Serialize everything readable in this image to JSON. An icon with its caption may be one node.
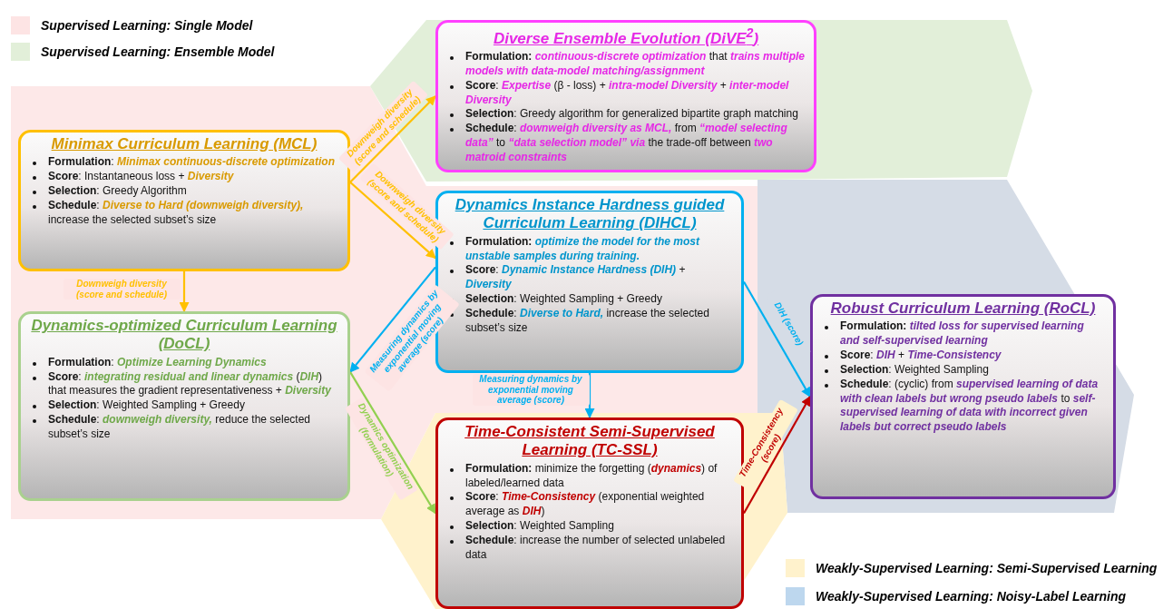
{
  "diagram": {
    "nodes": [
      {
        "text": [
          "Diverse Ensemble Evolution (DiVE$^{2}$)",
          "**Formulation:** *continuous-discrete optimization* that *trains multiple models with data-model matching/assignment*",
          "**Score**: *Expertise* (β - loss) + *intra-model Diversity* + *inter-model Diversity*",
          "**Selection**: Greedy algorithm for generalized bipartite graph matching",
          "**Schedule**: *downweigh diversity as MCL,* from *“model selecting data”* to *“data selection model” via* the trade-off between *two matroid constraints*"
        ]
      },
      {
        "text": [
          "Minimax Curriculum Learning (MCL)",
          "**Formulation**: *Minimax continuous-discrete optimization*",
          "**Score**: Instantaneous loss + *Diversity*",
          "**Selection**: Greedy Algorithm",
          "**Schedule**: *Diverse to Hard (downweigh diversity),* increase the selected subset’s size"
        ]
      },
      {
        "text": [
          "Dynamics Instance Hardness guided Curriculum Learning (DIHCL)",
          "**Formulation:** *optimize the model for the most unstable samples during training.*",
          "**Score**: *Dynamic Instance Hardness (DIH)* + *Diversity*",
          "**Selection**: Weighted Sampling + Greedy",
          "**Schedule**: *Diverse to Hard,* increase the selected subset’s size"
        ]
      },
      {
        "text": [
          "Dynamics-optimized Curriculum Learning (DoCL)",
          "**Formulation**: *Optimize Learning Dynamics*",
          "**Score**: *integrating residual and linear dynamics* (*DIH*) that measures the gradient representativeness + *Diversity*",
          "**Selection**: Weighted Sampling + Greedy",
          "**Schedule**: *downweigh diversity,* reduce the selected subset’s size"
        ]
      },
      {
        "text": [
          "Robust Curriculum Learning (RoCL)",
          "**Formulation:** *tilted loss for supervised learning and self-supervised learning*",
          "**Score**: *DIH* + *Time-Consistency*",
          "**Selection**: Weighted Sampling",
          "**Schedule**: (cyclic) from *supervised learning of data with clean labels but wrong pseudo labels* to *self-supervised learning of data with incorrect given labels but correct pseudo labels*"
        ]
      },
      {
        "text": [
          "Time-Consistent Semi-Supervised Learning (TC-SSL)",
          "**Formulation:** minimize the forgetting (*dynamics*) of labeled/learned data",
          "**Score**:  *Time-Consistency* (exponential weighted average as *DIH*)",
          "**Selection**: Weighted Sampling",
          "**Schedule**: increase the number of selected unlabeled data"
        ]
      }
    ],
    "edges": [
      {
        "from": 1,
        "to": 0,
        "arrow": "to",
        "label": "Downweigh diversity (score and schedule)",
        "color": "#ffc000"
      },
      {
        "from": 1,
        "to": 2,
        "arrow": "to",
        "label": "Downweigh diversity (score and schedule)",
        "color": "#ffc000"
      },
      {
        "from": 1,
        "to": 3,
        "arrow": "to",
        "label": "Downweigh diversity (score and schedule)",
        "color": "#ffc000"
      },
      {
        "from": 2,
        "to": 3,
        "arrow": "to",
        "label": "Measuring dynamics by exponential moving average (score)",
        "color": "#00b0f0"
      },
      {
        "from": 3,
        "to": 5,
        "arrow": "to",
        "label": "Dynamics optimization (formulation)",
        "color": "#92d050"
      },
      {
        "from": 2,
        "to": 5,
        "arrow": "to",
        "label": "Measuring dynamics by exponential moving average (score)",
        "color": "#00b0f0"
      },
      {
        "from": 2,
        "to": 4,
        "arrow": "to",
        "label": "DIH (score)",
        "color": "#00b0f0"
      },
      {
        "from": 5,
        "to": 4,
        "arrow": "to",
        "label": "Time-Consistency (score)",
        "color": "#c00000"
      }
    ],
    "legend": [
      {
        "text": "Supervised Learning: Single Model",
        "color": "#fde4e4"
      },
      {
        "text": "Supervised Learning: Ensemble Model",
        "color": "#e2efd9"
      },
      {
        "text": "Weakly-Supervised Learning: Semi-Supervised Learning",
        "color": "#fff2cc"
      },
      {
        "text": "Weakly-Supervised Learning: Noisy-Label Learning",
        "color": "#bdd7ee"
      }
    ]
  }
}
